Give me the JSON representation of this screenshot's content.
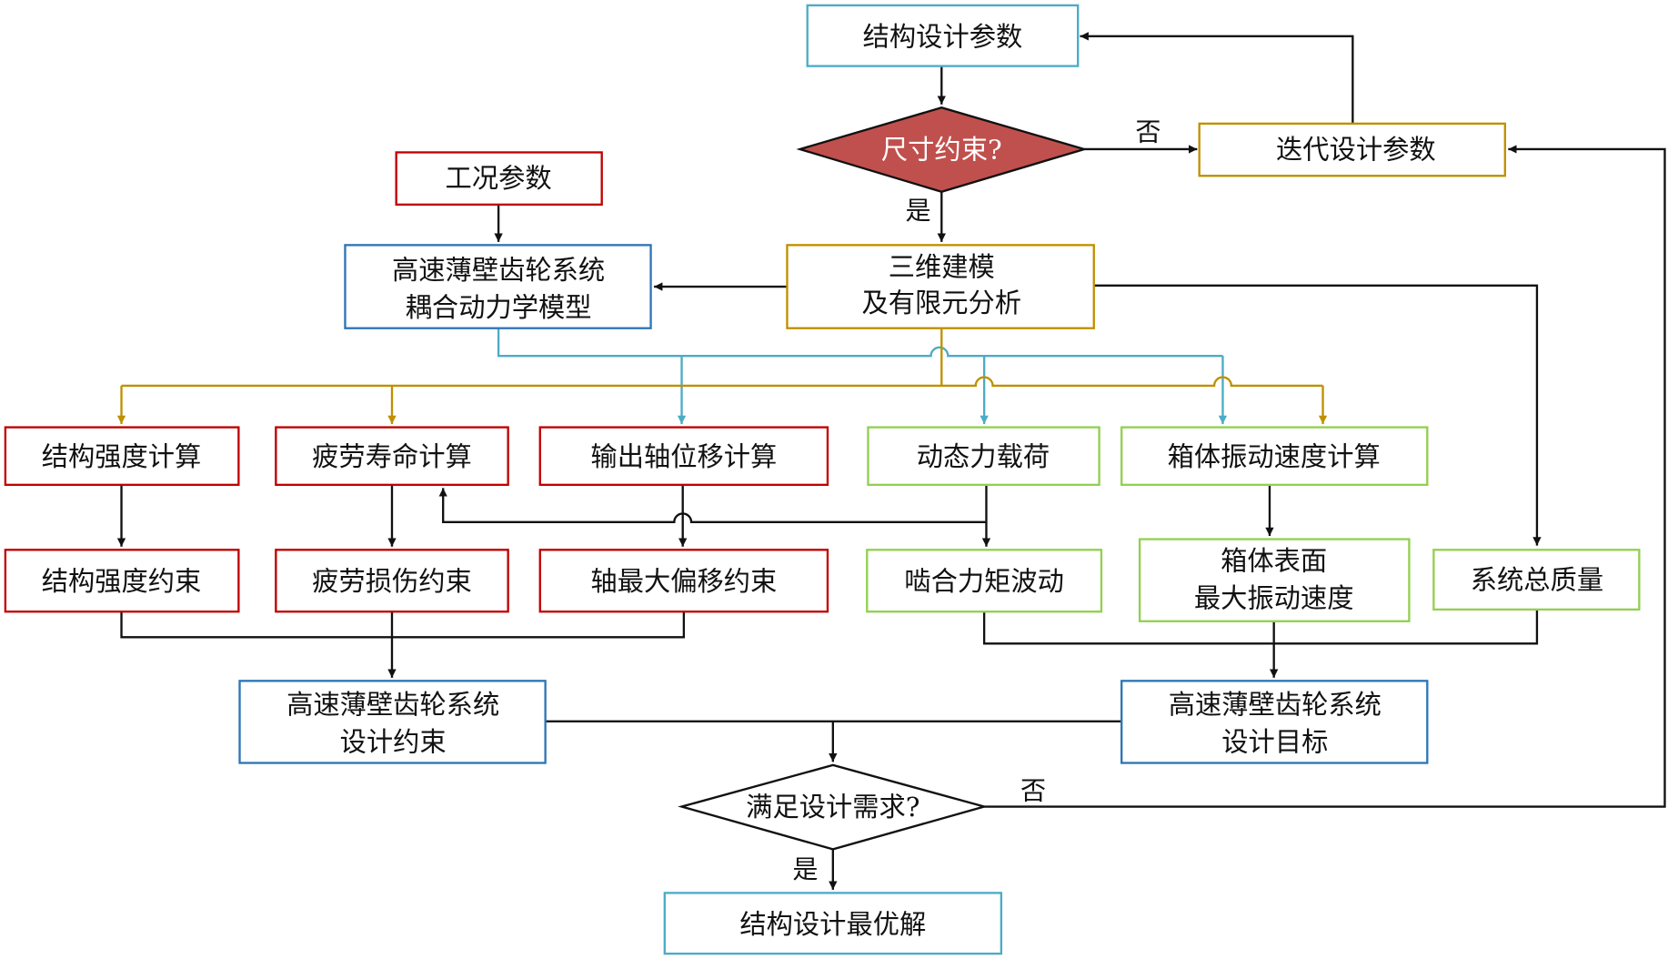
{
  "colors": {
    "cyan": "#4BACC6",
    "red": "#C00000",
    "gold": "#BF9000",
    "blue": "#2E75B6",
    "green": "#92D050",
    "decision_fill": "#C0504D",
    "line": "#111111"
  },
  "nodes": {
    "structural_design_params": "结构设计参数",
    "size_constraint": "尺寸约束?",
    "iterate_design_params": "迭代设计参数",
    "working_condition_params": "工况参数",
    "coupled_dynamics_model": [
      "高速薄壁齿轮系统",
      "耦合动力学模型"
    ],
    "fem_analysis": [
      "三维建模",
      "及有限元分析"
    ],
    "strength_calc": "结构强度计算",
    "fatigue_life_calc": "疲劳寿命计算",
    "shaft_displacement_calc": "输出轴位移计算",
    "dynamic_load": "动态力载荷",
    "housing_vibration_calc": "箱体振动速度计算",
    "strength_constraint": "结构强度约束",
    "fatigue_damage_constraint": "疲劳损伤约束",
    "shaft_offset_constraint": "轴最大偏移约束",
    "mesh_torque_fluctuation": "啮合力矩波动",
    "housing_max_vibration": [
      "箱体表面",
      "最大振动速度"
    ],
    "system_total_mass": "系统总质量",
    "design_constraints": [
      "高速薄壁齿轮系统",
      "设计约束"
    ],
    "design_objectives": [
      "高速薄壁齿轮系统",
      "设计目标"
    ],
    "meets_requirements": "满足设计需求?",
    "optimal_solution": "结构设计最优解"
  },
  "edge_labels": {
    "no_1": "否",
    "yes_1": "是",
    "no_2": "否",
    "yes_2": "是"
  }
}
